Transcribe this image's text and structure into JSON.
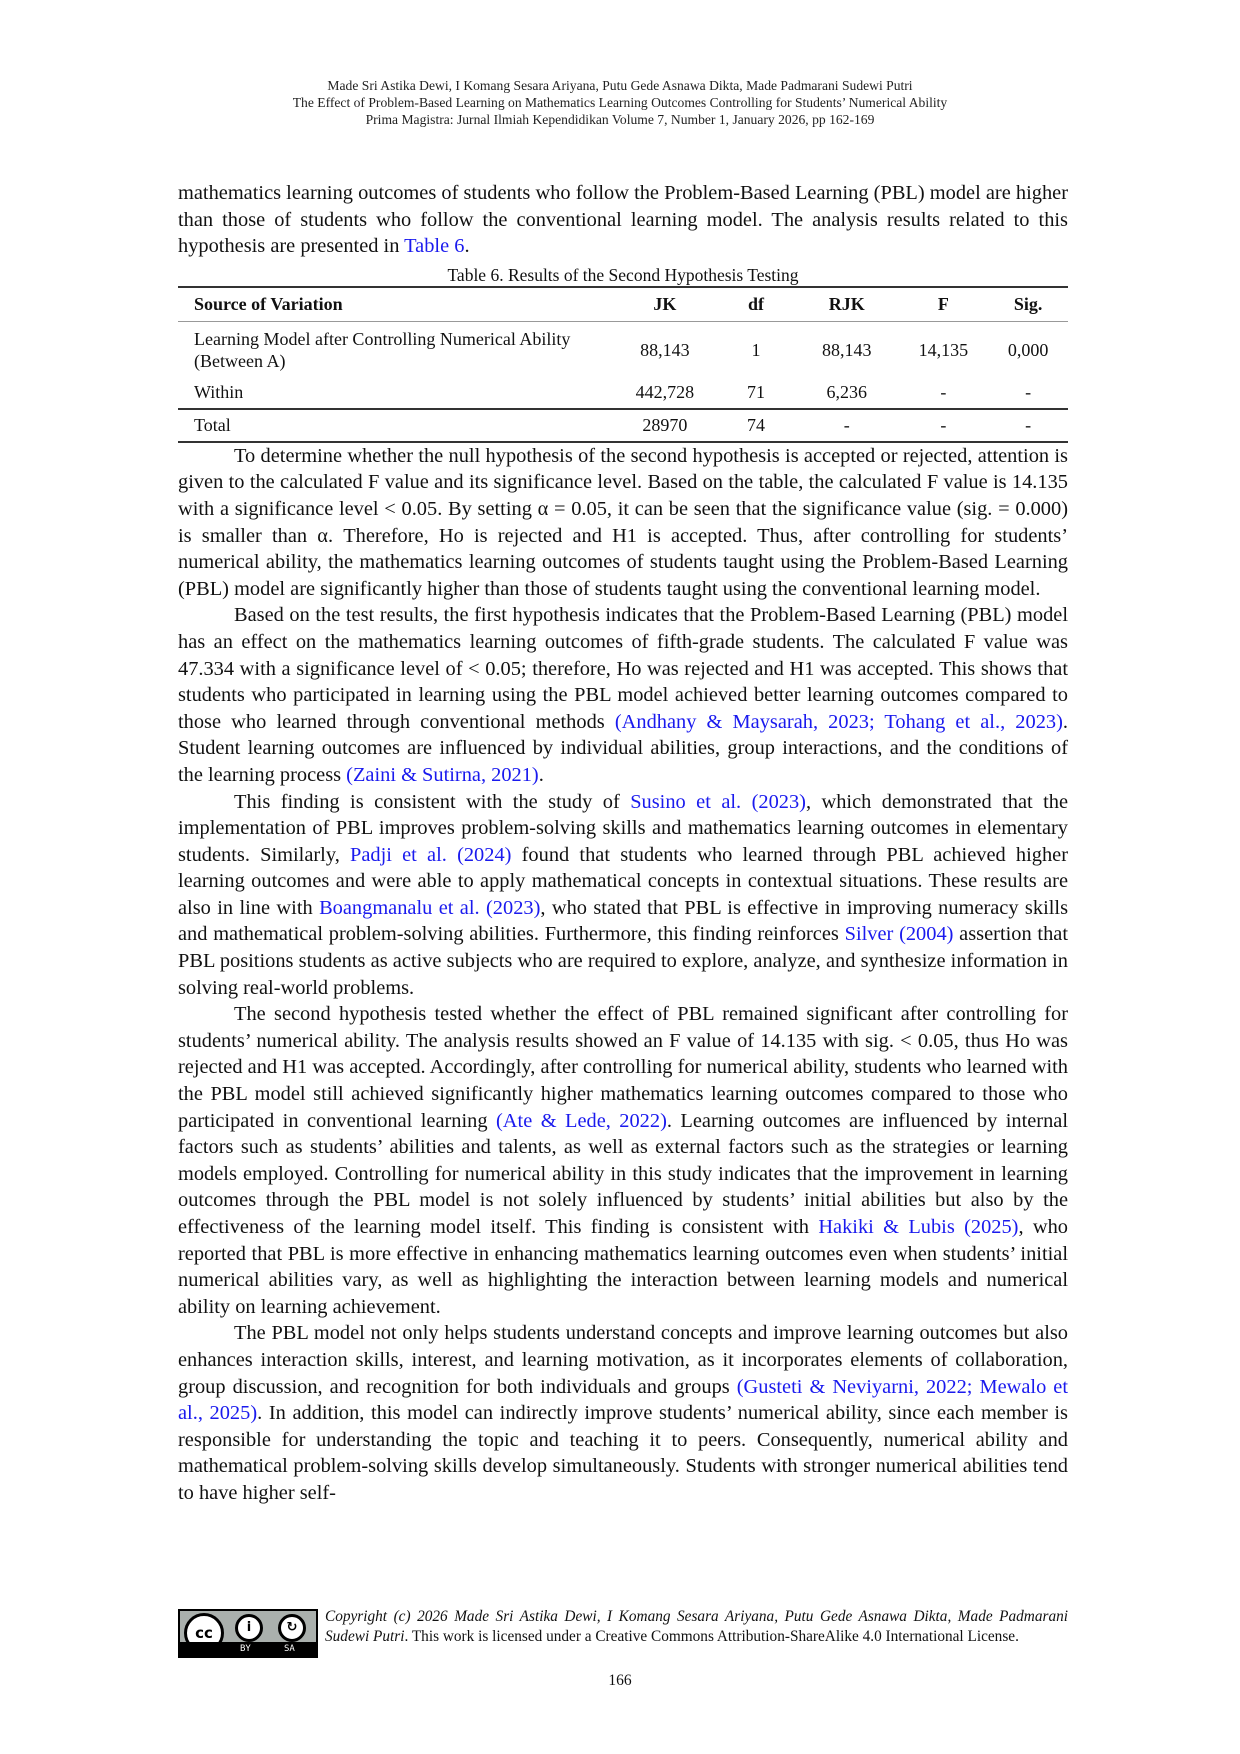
{
  "running_head": {
    "authors": "Made Sri Astika Dewi, I Komang Sesara Ariyana, Putu Gede Asnawa Dikta, Made Padmarani Sudewi Putri",
    "title": "The Effect of Problem-Based Learning on Mathematics Learning Outcomes Controlling for Students’ Numerical Ability",
    "journal": "Prima Magistra: Jurnal Ilmiah Kependidikan Volume 7, Number 1, January 2026, pp 162-169"
  },
  "intro_paragraph": {
    "text": "mathematics learning outcomes of students who follow the Problem-Based Learning (PBL) model are higher than those of students who follow the conventional learning model. The analysis results related to this hypothesis are presented in ",
    "link": "Table 6",
    "end": "."
  },
  "table6": {
    "caption": "Table 6. Results of the Second Hypothesis Testing",
    "headers": [
      "Source of Variation",
      "JK",
      "df",
      "RJK",
      "F",
      "Sig."
    ],
    "rows": [
      [
        "Learning Model after Controlling Numerical Ability (Between A)",
        "88,143",
        "1",
        "88,143",
        "14,135",
        "0,000"
      ],
      [
        "Within",
        "442,728",
        "71",
        "6,236",
        "-",
        "-"
      ],
      [
        "Total",
        "28970",
        "74",
        "-",
        "-",
        "-"
      ]
    ]
  },
  "paragraphs": {
    "p1": {
      "text": "To determine whether the null hypothesis of the second hypothesis is accepted or rejected, attention is given to the calculated F value and its significance level. Based on the table, the calculated F value is 14.135 with a significance level < 0.05. By setting α = 0.05, it can be seen that the significance value (sig. = 0.000) is smaller than α. Therefore, Ho is rejected and H1 is accepted. Thus, after controlling for students’ numerical ability, the mathematics learning outcomes of students taught using the Problem-Based Learning (PBL) model are significantly higher than those of students taught using the conventional learning model."
    },
    "p2": {
      "a": "Based on the test results, the first hypothesis indicates that the Problem-Based Learning (PBL) model has an effect on the mathematics learning outcomes of fifth-grade students. The calculated F value was 47.334 with a significance level of < 0.05; therefore, Ho was rejected and H1 was accepted. This shows that students who participated in learning using the PBL model achieved better learning outcomes compared to those who learned through conventional methods ",
      "link1": "(Andhany & Maysarah, 2023; Tohang et al., 2023)",
      "b": ". Student learning outcomes are influenced by individual abilities, group interactions, and the conditions of the learning process ",
      "link2": "(Zaini & Sutirna, 2021)",
      "c": "."
    },
    "p3": {
      "a": "This finding is consistent with the study of ",
      "link1": "Susino et al. (2023)",
      "b": ", which demonstrated that the implementation of PBL improves problem-solving skills and mathematics learning outcomes in elementary students. Similarly, ",
      "link2": "Padji et al. (2024)",
      "c": " found that students who learned through PBL achieved higher learning outcomes and were able to apply mathematical concepts in contextual situations. These results are also in line with ",
      "link3": "Boangmanalu et al. (2023)",
      "d": ", who stated that PBL is effective in improving numeracy skills and mathematical problem-solving abilities. Furthermore, this finding reinforces ",
      "link4": "Silver (2004)",
      "e": " assertion that PBL positions students as active subjects who are required to explore, analyze, and synthesize information in solving real-world problems."
    },
    "p4": {
      "a": "The second hypothesis tested whether the effect of PBL remained significant after controlling for students’ numerical ability. The analysis results showed an F value of 14.135 with sig. < 0.05, thus Ho was rejected and H1 was accepted. Accordingly, after controlling for numerical ability, students who learned with the PBL model still achieved significantly higher mathematics learning outcomes compared to those who participated in conventional learning ",
      "link1": "(Ate & Lede, 2022)",
      "b": ". Learning outcomes are influenced by internal factors such as students’ abilities and talents, as well as external factors such as the strategies or learning models employed. Controlling for numerical ability in this study indicates that the improvement in learning outcomes through the PBL model is not solely influenced by students’ initial abilities but also by the effectiveness of the learning model itself. This finding is consistent with ",
      "link2": "Hakiki & Lubis (2025)",
      "c": ", who reported that PBL is more effective in enhancing mathematics learning outcomes even when students’ initial numerical abilities vary, as well as highlighting the interaction between learning models and numerical ability on learning achievement."
    },
    "p5": {
      "a": "The PBL model not only helps students understand concepts and improve learning outcomes but also enhances interaction skills, interest, and learning motivation, as it incorporates elements of collaboration, group discussion, and recognition for both individuals and groups ",
      "link1": "(Gusteti & Neviyarni, 2022; Mewalo et al., 2025)",
      "b": ". In addition, this model can indirectly improve students’ numerical ability, since each member is responsible for understanding the topic and teaching it to peers. Consequently, numerical ability and mathematical problem-solving skills develop simultaneously. Students with stronger numerical abilities tend to have higher self-"
    }
  },
  "license": {
    "badge": {
      "cc": "cc",
      "by_icon": "i",
      "sa_icon": "↻",
      "by": "BY",
      "sa": "SA"
    },
    "italic": "Copyright (c) 2026 Made Sri Astika Dewi, I Komang Sesara Ariyana, Putu Gede Asnawa Dikta, Made Padmarani Sudewi Putri",
    "text": ". This work is licensed under a Creative Commons Attribution-ShareAlike 4.0 International License."
  },
  "page_number": "166",
  "colors": {
    "link": "#1a1aee",
    "text": "#111111"
  }
}
